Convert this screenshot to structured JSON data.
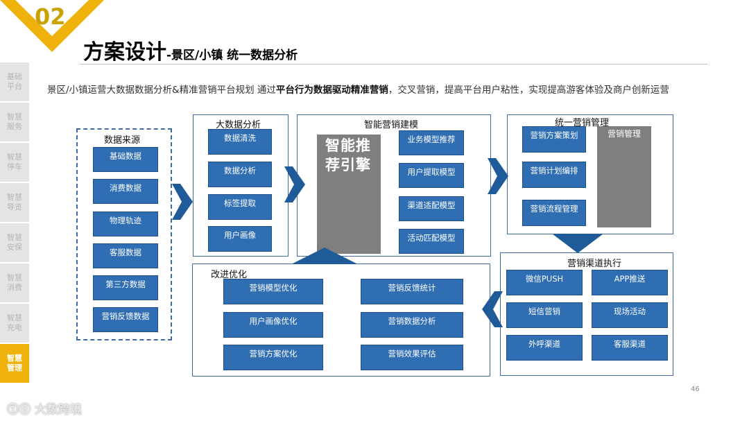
{
  "header": {
    "section_number": "02",
    "title": "方案设计",
    "subtitle": "-景区/小镇 统一数据分析"
  },
  "sidebar": {
    "items": [
      {
        "label": "基础平台",
        "active": false
      },
      {
        "label": "智慧服务",
        "active": false
      },
      {
        "label": "智慧停车",
        "active": false
      },
      {
        "label": "智慧导览",
        "active": false
      },
      {
        "label": "智慧安保",
        "active": false
      },
      {
        "label": "智慧消费",
        "active": false
      },
      {
        "label": "智慧充电",
        "active": false
      },
      {
        "label": "智慧管理",
        "active": true
      }
    ]
  },
  "intro": {
    "part1": "景区/小镇运营大数据数据分析&精准营销平台规划 通过",
    "bold": "平台行为数据驱动精准营销",
    "part2": "，交叉营销，提高平台用户粘性，实现提高游客体验及商户创新运营"
  },
  "diagram": {
    "data_source": {
      "title": "数据来源",
      "items": [
        "基础数据",
        "消费数据",
        "物理轨迹",
        "客服数据",
        "第三方数据",
        "营销反馈数据"
      ]
    },
    "big_data": {
      "title": "大数据分析",
      "items": [
        "数据清洗",
        "数据分析",
        "标签提取",
        "用户画像"
      ]
    },
    "smart_model": {
      "title": "智能营销建模",
      "engine": "智能推荐引擎",
      "items": [
        "业务模型推荐",
        "用户提取模型",
        "渠道适配模型",
        "活动匹配模型"
      ]
    },
    "unified": {
      "title": "统一营销管理",
      "items": [
        "营销方案策划",
        "营销计划编排",
        "营销流程管理"
      ],
      "side": "营销管理"
    },
    "channel": {
      "title": "营销渠道执行",
      "items": [
        "微信PUSH",
        "APP推送",
        "短信营销",
        "现场活动",
        "外呼渠道",
        "客服渠道"
      ]
    },
    "improve": {
      "title": "改进优化",
      "items": [
        "营销模型优化",
        "营销反馈统计",
        "用户画像优化",
        "营销数据分析",
        "营销方案优化",
        "营销效果评估"
      ]
    }
  },
  "footer": {
    "page_number": "46",
    "watermark": "大数跨境"
  },
  "colors": {
    "accent": "#efb20c",
    "box_blue": "#2f6eb3",
    "border_blue": "#3f6aa8",
    "arrow_blue": "#1f5a99",
    "gray": "#7f7f7f"
  }
}
